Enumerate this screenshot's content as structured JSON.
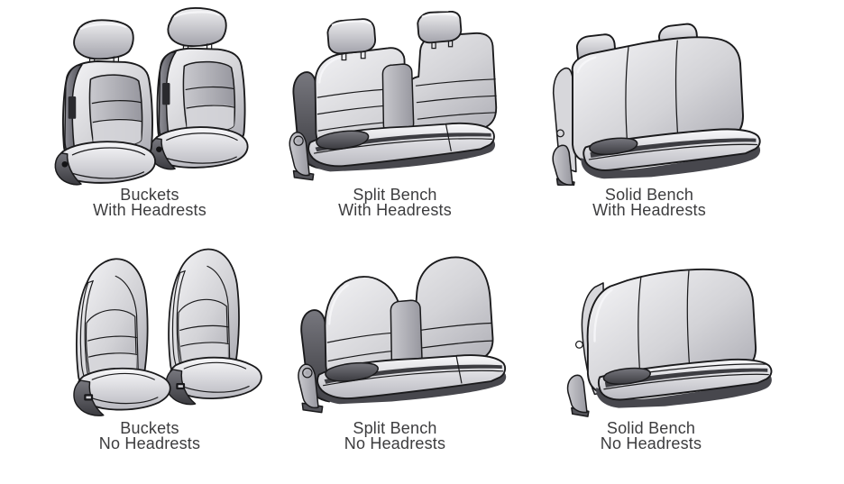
{
  "page": {
    "background_color": "#ffffff",
    "text_color": "#3c3c3e"
  },
  "palette": {
    "outline": "#1a1a1c",
    "light_gray": "#ececef",
    "mid_gray": "#b5b5bb",
    "dark_gray": "#47474d",
    "near_black": "#17171a"
  },
  "grid": {
    "rows": 2,
    "columns": 3,
    "cells": [
      {
        "id": "buckets-with-headrests",
        "icon": "bucket-seats-with-headrests-illustration",
        "title": "Buckets",
        "subtitle": "With Headrests"
      },
      {
        "id": "split-bench-with-headrests",
        "icon": "split-bench-with-headrests-illustration",
        "title": "Split Bench",
        "subtitle": "With Headrests"
      },
      {
        "id": "solid-bench-with-headrests",
        "icon": "solid-bench-with-headrests-illustration",
        "title": "Solid Bench",
        "subtitle": "With Headrests"
      },
      {
        "id": "buckets-no-headrests",
        "icon": "bucket-seats-no-headrests-illustration",
        "title": "Buckets",
        "subtitle": "No Headrests"
      },
      {
        "id": "split-bench-no-headrests",
        "icon": "split-bench-no-headrests-illustration",
        "title": "Split Bench",
        "subtitle": "No Headrests"
      },
      {
        "id": "solid-bench-no-headrests",
        "icon": "solid-bench-no-headrests-illustration",
        "title": "Solid Bench",
        "subtitle": "No Headrests"
      }
    ]
  }
}
